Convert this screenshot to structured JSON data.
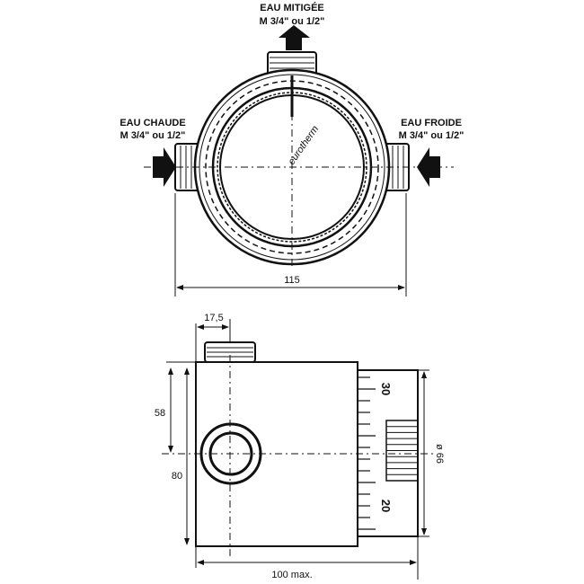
{
  "top_view": {
    "outlet_label": "EAU MITIGÉE",
    "outlet_thread": "M 3/4\" ou 1/2\"",
    "hot_label": "EAU CHAUDE",
    "hot_thread": "M 3/4\" ou 1/2\"",
    "cold_label": "EAU FROIDE",
    "cold_thread": "M 3/4\" ou 1/2\"",
    "brand": "eurotherm",
    "width_dim": "115"
  },
  "side_view": {
    "fitting_offset_dim": "17,5",
    "height_center_dim": "58",
    "height_dim": "80",
    "length_dim": "100 max.",
    "dial_diameter_dim": "ø 66",
    "dial_mark_high": "30",
    "dial_mark_low": "20"
  },
  "colors": {
    "line": "#111111",
    "background": "#ffffff"
  }
}
